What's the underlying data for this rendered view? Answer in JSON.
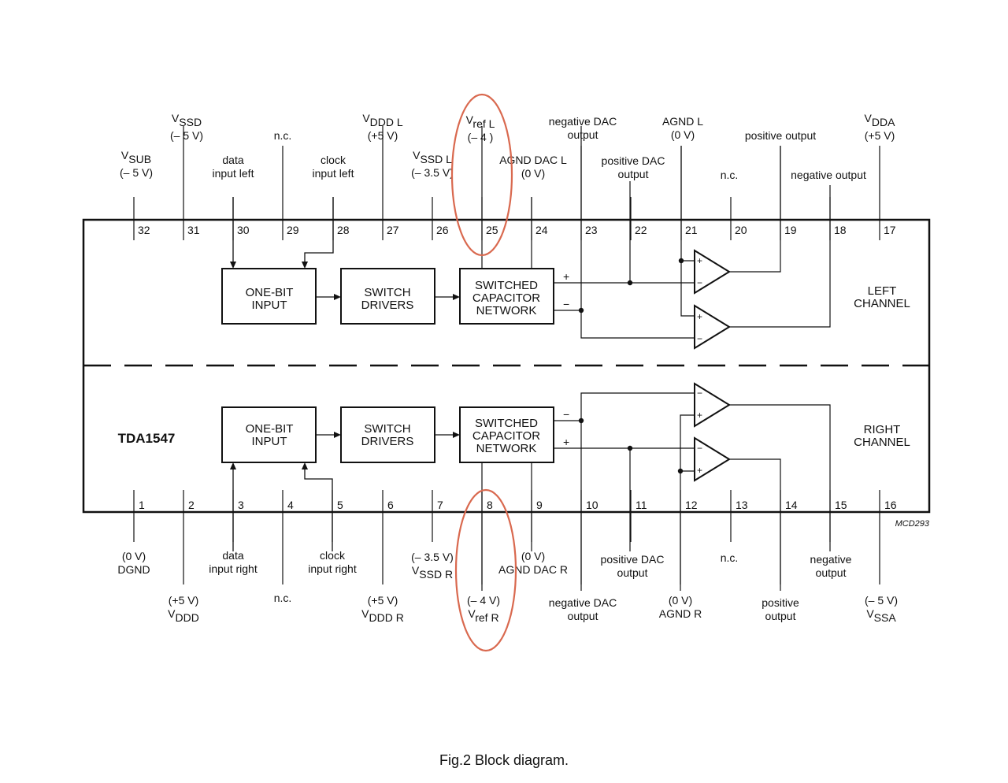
{
  "chip": {
    "name": "TDA1547",
    "drawing_code": "MCD293"
  },
  "caption": "Fig.2  Block diagram.",
  "channels": {
    "left": [
      "LEFT",
      "CHANNEL"
    ],
    "right": [
      "RIGHT",
      "CHANNEL"
    ]
  },
  "blocks": {
    "one_bit_input": [
      "ONE-BIT",
      "INPUT"
    ],
    "switch_drivers": [
      "SWITCH",
      "DRIVERS"
    ],
    "switched_cap": [
      "SWITCHED",
      "CAPACITOR",
      "NETWORK"
    ]
  },
  "signs": {
    "plus": "+",
    "minus": "−"
  },
  "top_pins": [
    {
      "num": "32",
      "lines": [
        {
          "main": "V",
          "sub": "SUB"
        },
        {
          "text": "(– 5 V)"
        }
      ]
    },
    {
      "num": "31",
      "lines": [
        {
          "main": "V",
          "sub": "SSD"
        },
        {
          "text": "(– 5 V)"
        }
      ]
    },
    {
      "num": "30",
      "lines": [
        {
          "text": "data"
        },
        {
          "text": "input left"
        }
      ]
    },
    {
      "num": "29",
      "lines": [
        {
          "text": "n.c."
        }
      ]
    },
    {
      "num": "28",
      "lines": [
        {
          "text": "clock"
        },
        {
          "text": "input left"
        }
      ]
    },
    {
      "num": "27",
      "lines": [
        {
          "main": "V",
          "sub": "DDD L"
        },
        {
          "text": "(+5 V)"
        }
      ]
    },
    {
      "num": "26",
      "lines": [
        {
          "main": "V",
          "sub": "SSD L"
        },
        {
          "text": "(– 3.5 V)"
        }
      ]
    },
    {
      "num": "25",
      "lines": [
        {
          "main": "V",
          "sub": "ref L"
        },
        {
          "text": "(– 4 )"
        }
      ]
    },
    {
      "num": "24",
      "lines": [
        {
          "text": "AGND DAC L"
        },
        {
          "text": "(0 V)"
        }
      ]
    },
    {
      "num": "23",
      "lines": [
        {
          "text": "negative DAC"
        },
        {
          "text": "output"
        }
      ]
    },
    {
      "num": "22",
      "lines": [
        {
          "text": "positive DAC"
        },
        {
          "text": "output"
        }
      ]
    },
    {
      "num": "21",
      "lines": [
        {
          "text": "AGND L"
        },
        {
          "text": "(0 V)"
        }
      ]
    },
    {
      "num": "20",
      "lines": [
        {
          "text": "n.c."
        }
      ]
    },
    {
      "num": "19",
      "lines": [
        {
          "text": "positive output"
        }
      ]
    },
    {
      "num": "18",
      "lines": [
        {
          "text": "negative output"
        }
      ]
    },
    {
      "num": "17",
      "lines": [
        {
          "main": "V",
          "sub": "DDA"
        },
        {
          "text": "(+5 V)"
        }
      ]
    }
  ],
  "bottom_pins": [
    {
      "num": "1",
      "lines": [
        {
          "text": "(0 V)"
        },
        {
          "text": "DGND"
        }
      ]
    },
    {
      "num": "2",
      "lines": [
        {
          "text": "(+5 V)"
        },
        {
          "main": "V",
          "sub": "DDD"
        }
      ]
    },
    {
      "num": "3",
      "lines": [
        {
          "text": "data"
        },
        {
          "text": "input right"
        }
      ]
    },
    {
      "num": "4",
      "lines": [
        {
          "text": "n.c."
        }
      ]
    },
    {
      "num": "5",
      "lines": [
        {
          "text": "clock"
        },
        {
          "text": "input right"
        }
      ]
    },
    {
      "num": "6",
      "lines": [
        {
          "text": "(+5 V)"
        },
        {
          "main": "V",
          "sub": "DDD R"
        }
      ]
    },
    {
      "num": "7",
      "lines": [
        {
          "text": "(– 3.5 V)"
        },
        {
          "main": "V",
          "sub": "SSD R"
        }
      ]
    },
    {
      "num": "8",
      "lines": [
        {
          "text": "(– 4 V)"
        },
        {
          "main": "V",
          "sub": "ref R"
        }
      ]
    },
    {
      "num": "9",
      "lines": [
        {
          "text": "(0 V)"
        },
        {
          "text": "AGND DAC R"
        }
      ]
    },
    {
      "num": "10",
      "lines": [
        {
          "text": "negative DAC"
        },
        {
          "text": "output"
        }
      ]
    },
    {
      "num": "11",
      "lines": [
        {
          "text": "positive DAC"
        },
        {
          "text": "output"
        }
      ]
    },
    {
      "num": "12",
      "lines": [
        {
          "text": "(0 V)"
        },
        {
          "text": "AGND R"
        }
      ]
    },
    {
      "num": "13",
      "lines": [
        {
          "text": "n.c."
        }
      ]
    },
    {
      "num": "14",
      "lines": [
        {
          "text": "positive"
        },
        {
          "text": "output"
        }
      ]
    },
    {
      "num": "15",
      "lines": [
        {
          "text": "negative"
        },
        {
          "text": "output"
        }
      ]
    },
    {
      "num": "16",
      "lines": [
        {
          "text": "(– 5 V)"
        },
        {
          "main": "V",
          "sub": "SSA"
        }
      ]
    }
  ],
  "highlights": [
    {
      "target": "pin 25",
      "color": "#d9694f"
    },
    {
      "target": "pin 8",
      "color": "#d9694f"
    }
  ]
}
